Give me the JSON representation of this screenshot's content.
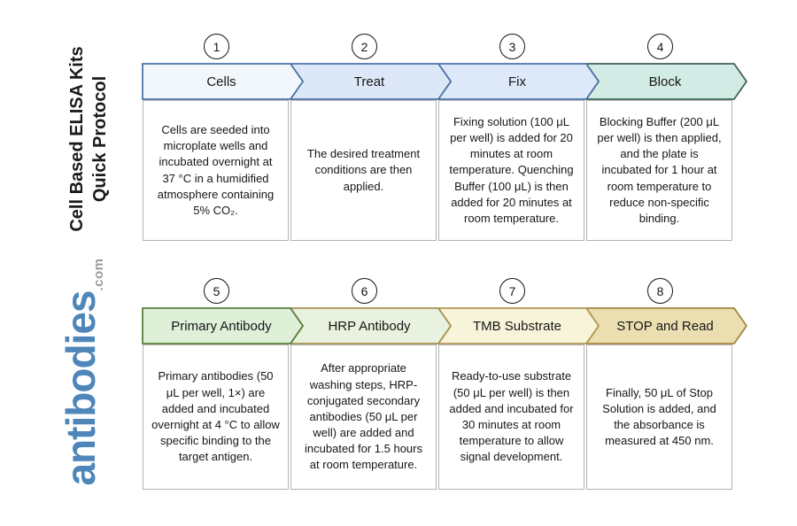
{
  "sidebar": {
    "title_line1": "Cell Based ELISA Kits",
    "title_line2": "Quick Protocol",
    "logo_name": "antibodies",
    "logo_tld": ".com",
    "logo_color": "#4e86ba",
    "logo_tld_color": "#9b9b9b"
  },
  "steps": [
    {
      "number": "1",
      "label": "Cells",
      "fill": "#f2f7fb",
      "border": "#4e74a6",
      "description": "Cells are seeded into microplate wells and incubated overnight at 37 °C in a humidified atmosphere containing 5% CO₂."
    },
    {
      "number": "2",
      "label": "Treat",
      "fill": "#dce7f7",
      "border": "#4e74a6",
      "description": "The desired treatment conditions are then applied."
    },
    {
      "number": "3",
      "label": "Fix",
      "fill": "#dde8f8",
      "border": "#4e74a6",
      "description": "Fixing solution (100 μL per well) is added for 20 minutes at room temperature. Quenching Buffer (100 μL) is then added for 20 minutes at room temperature."
    },
    {
      "number": "4",
      "label": "Block",
      "fill": "#d2ebe4",
      "border": "#3d635a",
      "description": "Blocking Buffer (200 μL per well) is then applied, and the plate is incubated for 1 hour at room temperature to reduce non-specific binding."
    },
    {
      "number": "5",
      "label": "Primary Antibody",
      "fill": "#def0d8",
      "border": "#577e3c",
      "description": "Primary antibodies (50 μL per well, 1×) are added and incubated overnight at 4 °C to allow specific binding to the target antigen."
    },
    {
      "number": "6",
      "label": "HRP Antibody",
      "fill": "#e9f2de",
      "border": "#a79150",
      "description": "After appropriate washing steps, HRP-conjugated secondary antibodies (50 μL per well) are added and incubated for 1.5 hours at room temperature."
    },
    {
      "number": "7",
      "label": "TMB Substrate",
      "fill": "#f8f4d9",
      "border": "#b29551",
      "description": "Ready-to-use substrate (50 μL per well) is then added and incubated for 30 minutes at room temperature to allow signal development."
    },
    {
      "number": "8",
      "label": "STOP and Read",
      "fill": "#ebdfb1",
      "border": "#a3853d",
      "description": "Finally, 50 μL of Stop Solution is added, and the absorbance is measured at 450 nm."
    }
  ]
}
